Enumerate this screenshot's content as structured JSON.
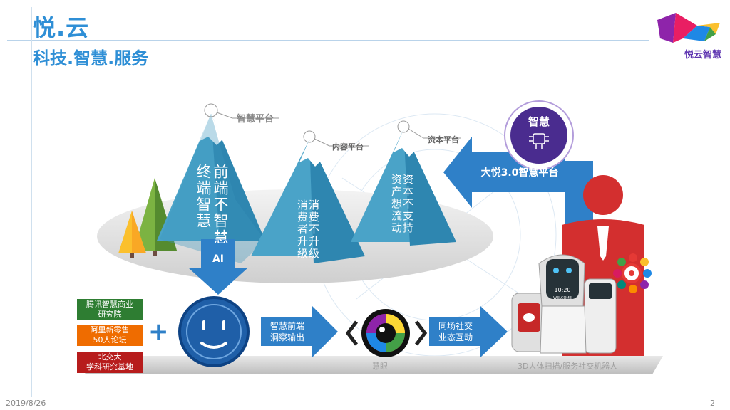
{
  "header": {
    "title": "悦.云",
    "subtitle": "科技.智慧.服务",
    "logo_text": "悦云智慧"
  },
  "peaks": [
    {
      "label": "智慧平台",
      "text_right": "前端不智慧",
      "text_left": "终端智慧"
    },
    {
      "label": "内容平台",
      "text_right": "消费不升级",
      "text_left": "消费者升级"
    },
    {
      "label": "资本平台",
      "text_right": "资本不支持",
      "text_left": "资产想流动"
    }
  ],
  "ai_label": "AI",
  "platform": {
    "circle_label": "智慧",
    "arrow_label": "大悦3.0智慧平台"
  },
  "partners": [
    {
      "label": "腾讯智慧商业\n研究院",
      "color": "#2e7d32"
    },
    {
      "label": "阿里新零售\n50人论坛",
      "color": "#ef6c00"
    },
    {
      "label": "北交大\n学科研究基地",
      "color": "#b71c1c"
    }
  ],
  "plus": "+",
  "flow": {
    "step1": "智慧前端\n洞察输出",
    "eye_label": "慧眼",
    "step2": "同场社交\n业态互动",
    "robots_label": "3D人体扫描/服务社交机器人"
  },
  "robot_screen": {
    "time": "10:20",
    "welcome": "WELCOME"
  },
  "footer": {
    "date": "2019/8/26",
    "page": "2"
  }
}
